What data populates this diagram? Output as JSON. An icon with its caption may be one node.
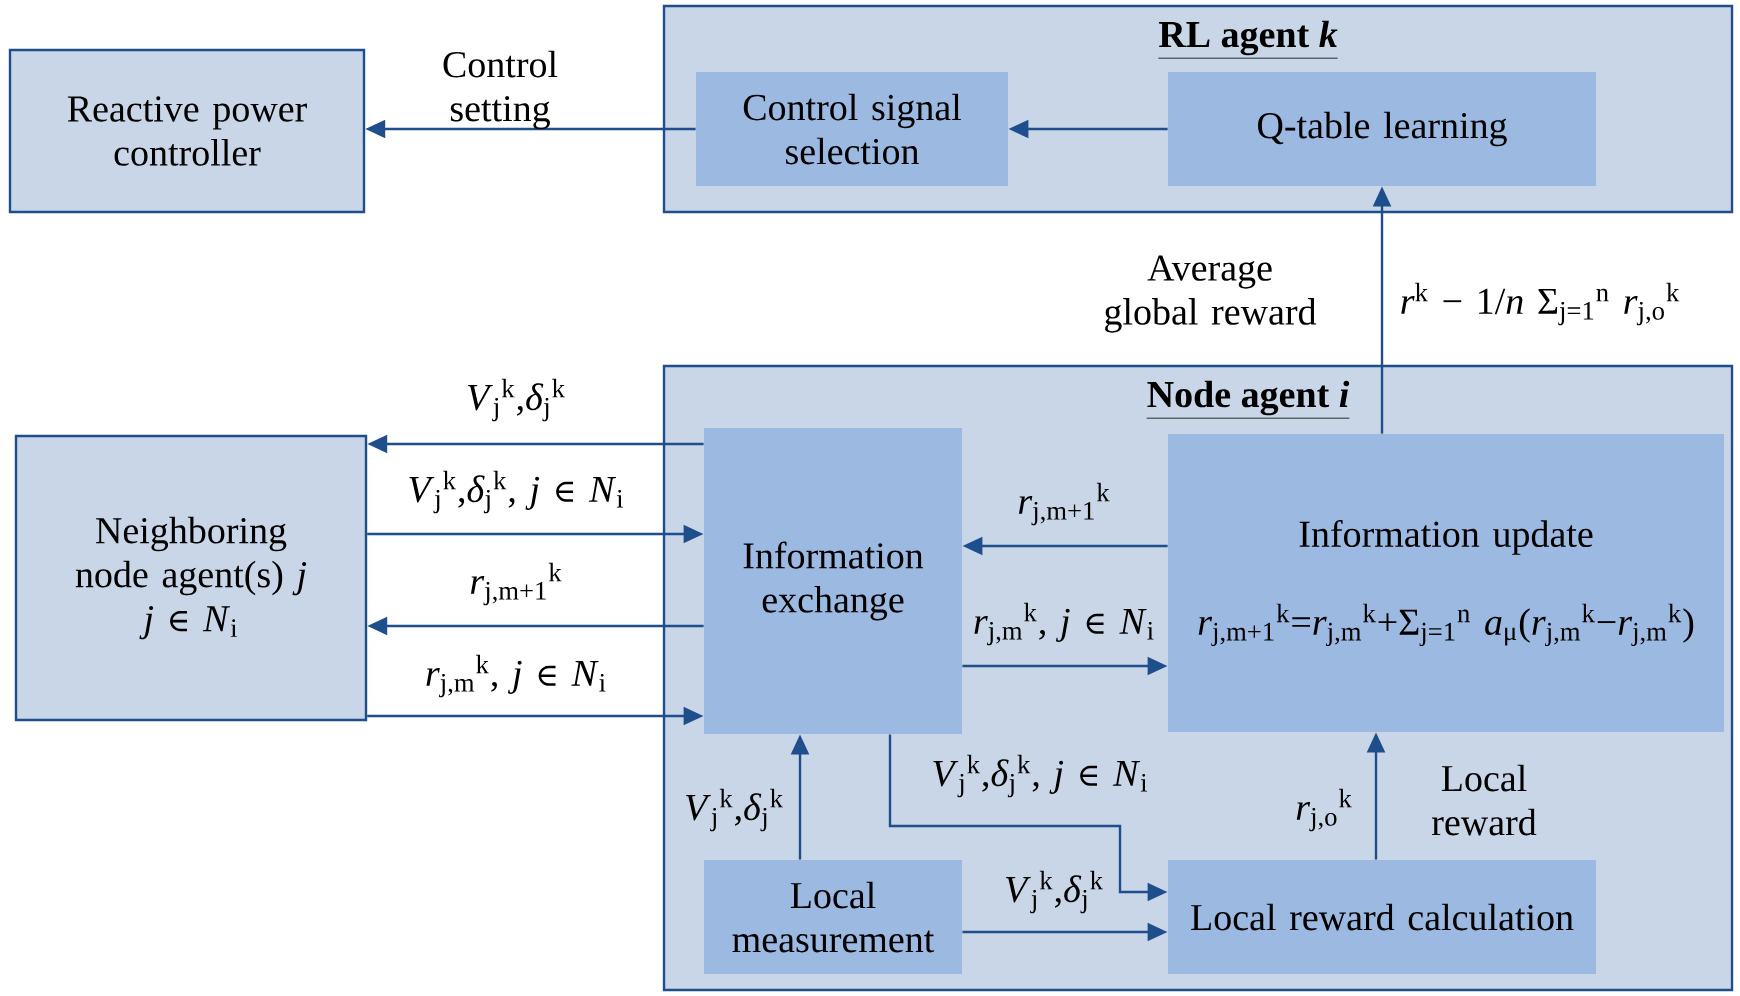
{
  "diagram": {
    "nodes": [
      {
        "text": [
          "Reactive power controller"
        ]
      },
      {
        "text": [
          "RL agent *k*"
        ]
      },
      {
        "text": [
          "Control signal selection"
        ],
        "in": 1
      },
      {
        "text": [
          "Q-table learning"
        ],
        "in": 1
      },
      {
        "text": [
          "Neighboring node agent(s) *j*",
          "*j* ∈ *N*$_{i}$"
        ]
      },
      {
        "text": [
          "Node agent *i*"
        ]
      },
      {
        "text": [
          "Information exchange"
        ],
        "in": 5
      },
      {
        "text": [
          "Information update",
          "*r*$_{j,m+1}$$^{k}$=*r*$_{j,m}$$^{k}$+Σ$_{j=1}$$^{n}$ *a*$_{μ}$(*r*$_{j,m}$$^{k}$−*r*$_{j,m}$$^{k}$)"
        ],
        "in": 5
      },
      {
        "text": [
          "Local measurement"
        ],
        "in": 5
      },
      {
        "text": [
          "Local reward calculation"
        ],
        "in": 5
      }
    ],
    "edges": [
      {
        "from": 2,
        "to": 0,
        "arrow": "to",
        "label": "Control setting"
      },
      {
        "from": 3,
        "to": 2,
        "arrow": "to"
      },
      {
        "from": 7,
        "to": 3,
        "arrow": "to",
        "label": "Average global reward"
      },
      {
        "from": 6,
        "to": 4,
        "arrow": "to",
        "label": "*V*$_{j}$$^{k}$,*δ*$_{j}$$^{k}$"
      },
      {
        "from": 4,
        "to": 6,
        "arrow": "to",
        "label": "*V*$_{j}$$^{k}$,*δ*$_{j}$$^{k}$, *j* ∈ *N*$_{i}$"
      },
      {
        "from": 6,
        "to": 4,
        "arrow": "to",
        "label": "*r*$_{j,m+1}$$^{k}$"
      },
      {
        "from": 4,
        "to": 6,
        "arrow": "to",
        "label": "*r*$_{j,m}$$^{k}$, *j* ∈ *N*$_{i}$"
      },
      {
        "from": 7,
        "to": 6,
        "arrow": "to",
        "label": "*r*$_{j,m+1}$$^{k}$"
      },
      {
        "from": 6,
        "to": 7,
        "arrow": "to",
        "label": "*r*$_{j,m}$$^{k}$, *j* ∈ *N*$_{i}$"
      },
      {
        "from": 8,
        "to": 6,
        "arrow": "to",
        "label": "*V*$_{j}$$^{k}$,*δ*$_{j}$$^{k}$"
      },
      {
        "from": 6,
        "to": 9,
        "arrow": "to",
        "label": "*V*$_{j}$$^{k}$,*δ*$_{j}$$^{k}$, *j* ∈ *N*$_{i}$"
      },
      {
        "from": 8,
        "to": 9,
        "arrow": "to",
        "label": "*V*$_{j}$$^{k}$,*δ*$_{j}$$^{k}$"
      },
      {
        "from": 9,
        "to": 7,
        "arrow": "to",
        "label": "Local reward"
      }
    ],
    "labels": [
      "*r*$^{k}$ − 1/*n* Σ$_{j=1}$$^{n}$ *r*$_{j,o}$$^{k}$",
      "*r*$_{j,o}$$^{k}$"
    ]
  }
}
